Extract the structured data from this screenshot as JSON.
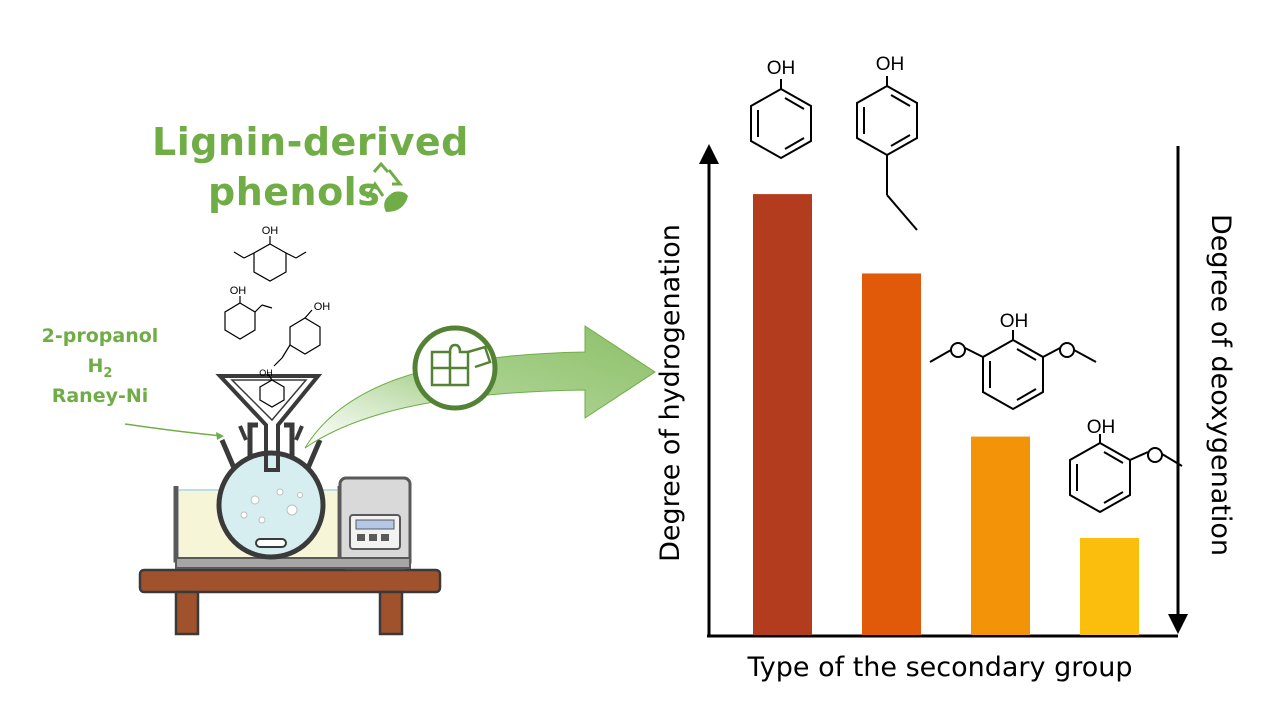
{
  "left_panel": {
    "title_line1": "Lignin-derived",
    "title_line2": "phenols",
    "conditions": [
      "2-propanol",
      "H",
      "Raney-Ni"
    ],
    "h2_subscript": "2",
    "accent_color": "#70ad47"
  },
  "molecules": {
    "hydroxyl": "OH"
  },
  "chart_data": {
    "type": "bar",
    "categories": [
      "phenol",
      "4-ethylphenol",
      "2,6-dimethoxyphenol",
      "guaiacol"
    ],
    "values": [
      100,
      82,
      45,
      22
    ],
    "colors": [
      "#b33c1e",
      "#e05a09",
      "#f39307",
      "#fbbe0c"
    ],
    "xlabel": "Type of the secondary group",
    "ylabel": "Degree of hydrogenation",
    "ylabel_right": "Degree of deoxygenation",
    "ylim": [
      0,
      110
    ],
    "grid": false
  }
}
